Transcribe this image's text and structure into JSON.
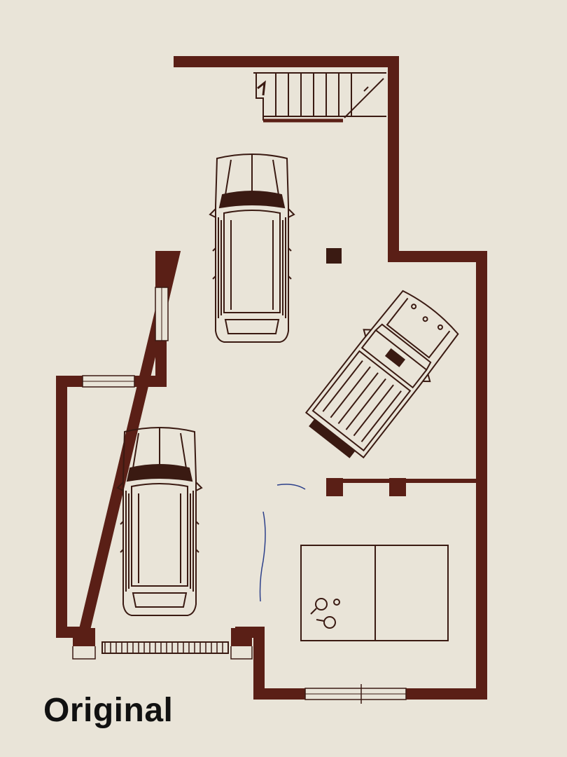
{
  "caption": "Original",
  "colors": {
    "paper": "#e9e4d8",
    "wall": "#5a1f16",
    "ink": "#3a1a12",
    "caption": "#111111",
    "pen": "#2c3f8a"
  },
  "elements": {
    "walls": "exterior-walls",
    "stairs": "staircase",
    "column": "structural-column",
    "cars": [
      "station-wagon",
      "station-wagon",
      "pickup-truck"
    ],
    "table": "ping-pong-table",
    "openings": [
      "garage-door",
      "window",
      "window",
      "window"
    ]
  }
}
